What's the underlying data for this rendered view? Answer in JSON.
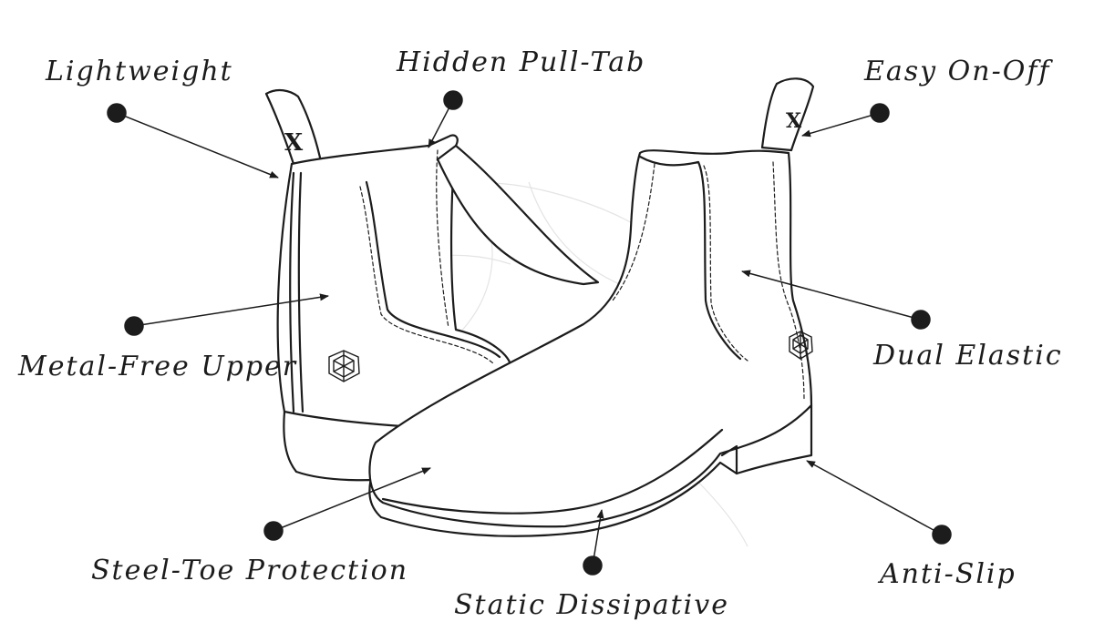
{
  "features": {
    "lightweight": "Lightweight",
    "hidden_pull_tab": "Hidden Pull-Tab",
    "easy_on_off": "Easy On-Off",
    "metal_free_upper": "Metal-Free Upper",
    "dual_elastic": "Dual Elastic",
    "steel_toe_protection": "Steel-Toe Protection",
    "static_dissipative": "Static Dissipative",
    "anti_slip": "Anti-Slip"
  },
  "brand_mark": "X",
  "colors": {
    "ink": "#1c1c1c",
    "background": "#ffffff",
    "sketch_faint": "#e4e4e4"
  }
}
